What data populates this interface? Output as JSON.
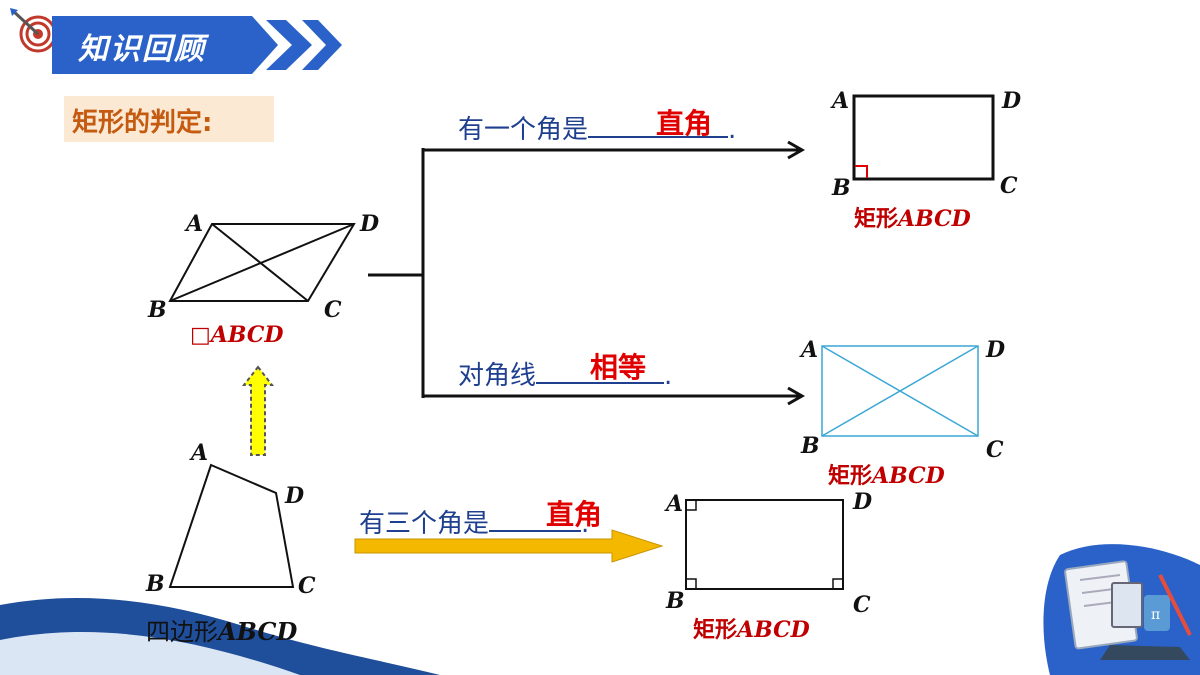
{
  "header": {
    "title": "知识回顾"
  },
  "subtitle": "矩形的判定:",
  "parallelogram": {
    "labels": [
      "A",
      "B",
      "C",
      "D"
    ],
    "caption": "□ABCD"
  },
  "quadrilateral": {
    "labels": [
      "A",
      "B",
      "C",
      "D"
    ],
    "caption_prefix": "四边形",
    "caption_name": "ABCD"
  },
  "conditions": [
    {
      "prefix": "有一个角是",
      "answer": "直角",
      "suffix": "."
    },
    {
      "prefix": "对角线",
      "answer": "相等",
      "suffix": "."
    },
    {
      "prefix": "有三个角是",
      "answer": "直角",
      "suffix": "."
    }
  ],
  "rect_captions": {
    "prefix": "矩形",
    "name": "ABCD"
  },
  "rect_labels": [
    "A",
    "B",
    "C",
    "D"
  ],
  "colors": {
    "banner": "#2a62c9",
    "answer": "#e00000",
    "statement": "#1f3f8f",
    "caption": "#c00000",
    "diag": "#3aa7d6",
    "arrow_yellow": "#ffff00",
    "arrow_gold": "#f5b800"
  },
  "icons": [
    "target-icon",
    "chevron-arrows-icon",
    "math-books-icon"
  ]
}
